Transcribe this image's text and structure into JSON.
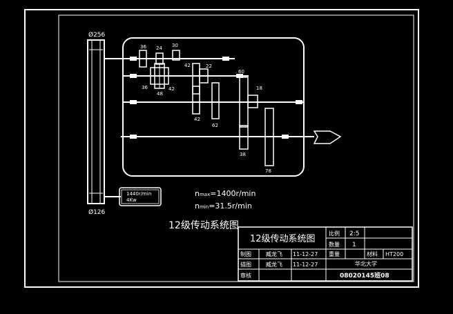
{
  "diagram": {
    "pulley_top_label": "Ø256",
    "pulley_bottom_label": "Ø126",
    "motor": {
      "line1": "1440r/min",
      "line2": "4Kw"
    },
    "gear_labels": [
      "36",
      "24",
      "30",
      "36",
      "48",
      "42",
      "42",
      "22",
      "42",
      "62",
      "60",
      "18",
      "38",
      "78"
    ],
    "speed_max": "n_max=1400r/min",
    "speed_min": "n_min=31.5r/min",
    "speed_max_prefix": "n",
    "speed_max_sub": "max",
    "speed_max_rest": "=1400r/min",
    "speed_min_prefix": "n",
    "speed_min_sub": "min",
    "speed_min_rest": "=31.5r/min",
    "caption": "12级传动系统图"
  },
  "title_block": {
    "drawing_name": "12级传动系统图",
    "ratio_label": "比例",
    "ratio_value": "2:5",
    "qty_label": "数量",
    "qty_value": "1",
    "weight_label": "重量",
    "material_label": "材料",
    "material_value": "HT200",
    "drawn_label": "制图",
    "drawn_name": "臧龙飞",
    "drawn_date": "11-12-27",
    "checked_label": "描图",
    "checked_name": "臧龙飞",
    "checked_date": "11-12-27",
    "reviewed_label": "审核",
    "school": "华北大学",
    "class_code": "08020145班08"
  }
}
